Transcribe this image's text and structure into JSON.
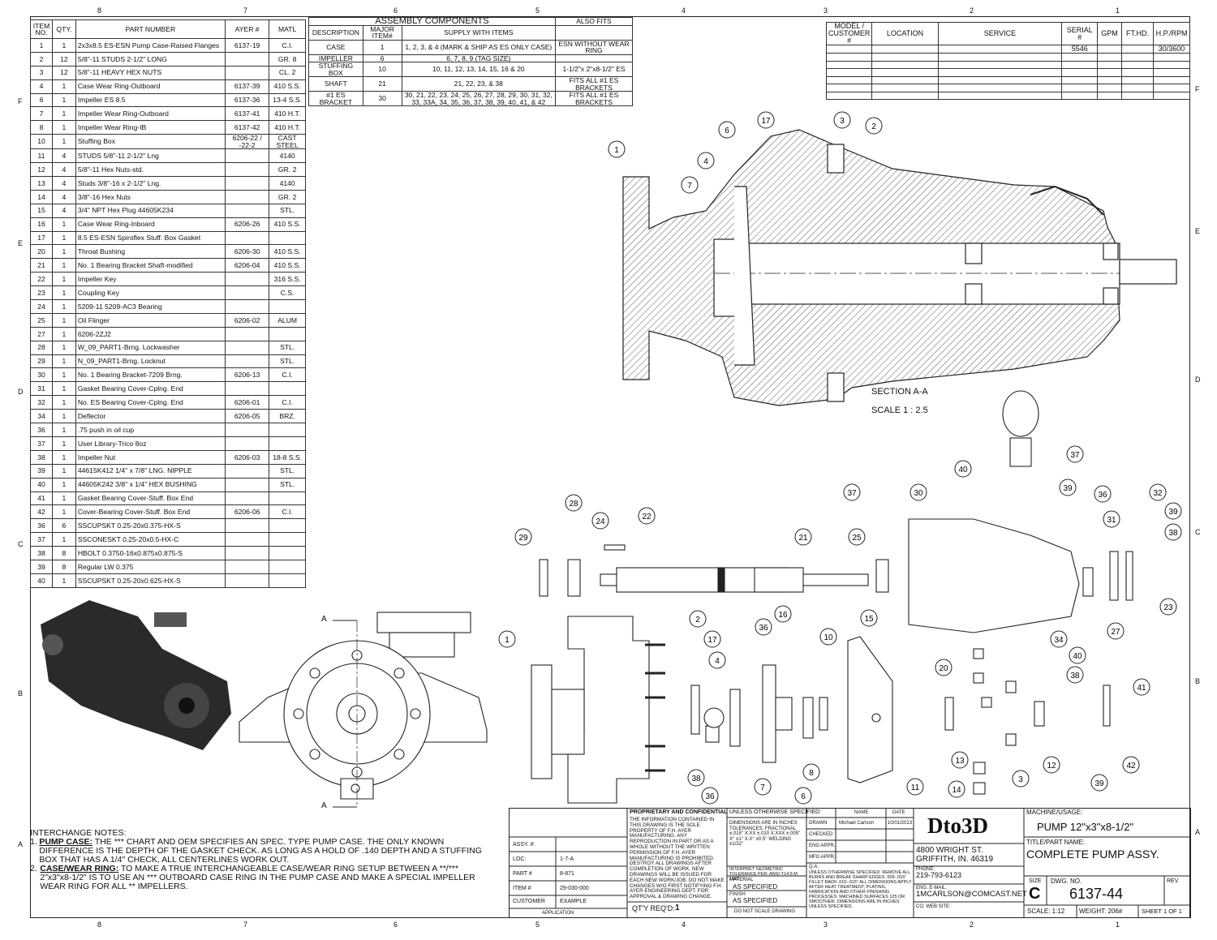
{
  "zones": {
    "top": [
      "8",
      "7",
      "6",
      "5",
      "4",
      "3",
      "2",
      "1"
    ],
    "side": [
      "F",
      "E",
      "D",
      "C",
      "B",
      "A"
    ]
  },
  "bom": {
    "headers": [
      "ITEM NO.",
      "QTY.",
      "PART NUMBER",
      "AYER #",
      "MATL"
    ],
    "rows": [
      [
        "1",
        "1",
        "2x3x8.5 ES-ESN Pump Case-Raised Flanges",
        "6137-19",
        "C.I."
      ],
      [
        "2",
        "12",
        "5/8\"-11 STUDS 2-1/2\" LONG",
        "",
        "GR. 8"
      ],
      [
        "3",
        "12",
        "5/8\"-11 HEAVY HEX NUTS",
        "",
        "CL. 2"
      ],
      [
        "4",
        "1",
        "Case Wear Ring-Outboard",
        "6137-39",
        "410 S.S."
      ],
      [
        "6",
        "1",
        "Impeller ES 8.5",
        "6137-36",
        "13-4 S.S."
      ],
      [
        "7",
        "1",
        "Impeller Wear Ring-Outboard",
        "6137-41",
        "410 H.T."
      ],
      [
        "8",
        "1",
        "Impeller Wear Ring-IB",
        "6137-42",
        "410 H.T."
      ],
      [
        "10",
        "1",
        "Stuffing Box",
        "6206-22 / -22-2",
        "CAST STEEL"
      ],
      [
        "11",
        "4",
        "STUDS 5/8\"-11 2-1/2\" Lng",
        "",
        "4140"
      ],
      [
        "12",
        "4",
        "5/8\"-11 Hex Nuts-std.",
        "",
        "GR. 2"
      ],
      [
        "13",
        "4",
        "Studs 3/8\"-16 x 2-1/2\" Lng.",
        "",
        "4140"
      ],
      [
        "14",
        "4",
        "3/8\"-16 Hex Nuts",
        "",
        "GR. 2"
      ],
      [
        "15",
        "4",
        "3/4\" NPT Hex Plug 44605K234",
        "",
        "STL."
      ],
      [
        "16",
        "1",
        "Case Wear Ring-Inboard",
        "6206-26",
        "410 S.S."
      ],
      [
        "17",
        "1",
        "8.5 ES-ESN Spiroflex Stuff. Box Gasket",
        "",
        ""
      ],
      [
        "20",
        "1",
        "Throat Bushing",
        "6206-30",
        "410 S.S."
      ],
      [
        "21",
        "1",
        "No. 1 Bearing Bracket Shaft-modified",
        "6206-04",
        "410 S.S."
      ],
      [
        "22",
        "1",
        "Impeller Key",
        "",
        "316 S.S."
      ],
      [
        "23",
        "1",
        "Coupling Key",
        "",
        "C.S."
      ],
      [
        "24",
        "1",
        "5209-11 5209-AC3 Bearing",
        "",
        ""
      ],
      [
        "25",
        "1",
        "Oil Flinger",
        "6206-02",
        "ALUM"
      ],
      [
        "27",
        "1",
        "6206-2ZJ2",
        "",
        ""
      ],
      [
        "28",
        "1",
        "W_09_PART1-Brng. Lockwasher",
        "",
        "STL."
      ],
      [
        "29",
        "1",
        "N_09_PART1-Brng. Locknut",
        "",
        "STL."
      ],
      [
        "30",
        "1",
        "No. 1 Bearing Bracket-7209 Brng.",
        "6206-13",
        "C.I."
      ],
      [
        "31",
        "1",
        "Gasket Bearing Cover-Cplng. End",
        "",
        ""
      ],
      [
        "32",
        "1",
        "No. ES Bearing Cover-Cplng. End",
        "6206-01",
        "C.I."
      ],
      [
        "34",
        "1",
        "Deflector",
        "6206-05",
        "BRZ."
      ],
      [
        "36",
        "1",
        ".75 push in oil cup",
        "",
        ""
      ],
      [
        "37",
        "1",
        "User Library-Trico 8oz",
        "",
        ""
      ],
      [
        "38",
        "1",
        "Impeller Nut",
        "6206-03",
        "18-8 S.S."
      ],
      [
        "39",
        "1",
        "44615K412 1/4\" x 7/8\" LNG. NIPPLE",
        "",
        "STL."
      ],
      [
        "40",
        "1",
        "44605K242 3/8\" x 1/4\" HEX BUSHING",
        "",
        "STL."
      ],
      [
        "41",
        "1",
        "Gasket Bearing Cover-Stuff. Box End",
        "",
        ""
      ],
      [
        "42",
        "1",
        "Cover-Bearing Cover-Stuff. Box End",
        "6206-06",
        "C.I."
      ],
      [
        "36",
        "6",
        "SSCUPSKT 0.25-20x0.375-HX-S",
        "",
        ""
      ],
      [
        "37",
        "1",
        "SSCONESKT 0.25-20x0.5-HX-C",
        "",
        ""
      ],
      [
        "38",
        "8",
        "HBOLT 0.3750-16x0.875x0.875-S",
        "",
        ""
      ],
      [
        "39",
        "8",
        "Regular LW 0.375",
        "",
        ""
      ],
      [
        "40",
        "1",
        "SSCUPSKT 0.25-20x0.625-HX-S",
        "",
        ""
      ]
    ]
  },
  "assembly": {
    "title": "ASSEMBLY COMPONENTS",
    "also_fits": "ALSO FITS",
    "headers": [
      "DESCRIPTION",
      "MAJOR ITEM#",
      "SUPPLY WITH ITEMS",
      ""
    ],
    "rows": [
      [
        "CASE",
        "1",
        "1, 2, 3, & 4 (MARK & SHIP AS ES ONLY CASE)",
        "ESN WITHOUT WEAR RING"
      ],
      [
        "IMPELLER",
        "6",
        "6, 7, 8, 9 (TAG SIZE)",
        ""
      ],
      [
        "STUFFING BOX",
        "10",
        "10, 11, 12, 13, 14, 15, 16 & 20",
        "1-1/2\"x 2\"x8-1/2\" ES"
      ],
      [
        "SHAFT",
        "21",
        "21, 22, 23, & 38",
        "FITS ALL #1 ES BRACKETS"
      ],
      [
        "#1 ES BRACKET",
        "30",
        "30, 21, 22, 23, 24, 25, 26, 27, 28, 29, 30, 31, 32, 33, 33A, 34, 35, 36, 37, 38, 39, 40, 41, & 42",
        "FITS ALL #1 ES BRACKETS"
      ]
    ]
  },
  "service": {
    "headers": [
      "MODEL / CUSTOMER #",
      "LOCATION",
      "SERVICE",
      "SERIAL #",
      "GPM",
      "FT.HD.",
      "H.P./RPM"
    ],
    "row1": [
      "",
      "",
      "",
      "5546",
      "",
      "",
      "30/3600"
    ]
  },
  "section": {
    "title": "SECTION A-A",
    "scale": "SCALE 1 : 2.5"
  },
  "balloons": [
    "17",
    "3",
    "2",
    "6",
    "4",
    "7",
    "1",
    "37",
    "40",
    "39",
    "36",
    "32",
    "39",
    "38",
    "37",
    "30",
    "31",
    "28",
    "22",
    "24",
    "29",
    "21",
    "25",
    "23",
    "27",
    "2",
    "17",
    "4",
    "1",
    "16",
    "36",
    "15",
    "10",
    "20",
    "34",
    "40",
    "38",
    "41",
    "42",
    "39",
    "12",
    "13",
    "14",
    "3",
    "11",
    "8",
    "6",
    "7",
    "38",
    "36"
  ],
  "section_label": "A",
  "notes": {
    "title": "INTERCHANGE NOTES:",
    "n1_num": "1.",
    "n1_label": "PUMP CASE:",
    "n1_text": "THE *** CHART AND OEM SPECIFIES AN SPEC. TYPE PUMP CASE. THE ONLY KNOWN DIFFERENCE IS THE DEPTH OF THE GASKET CHECK. AS LONG AS A HOLD OF .140 DEPTH AND A STUFFING BOX THAT HAS A 1/4\" CHECK, ALL CENTERLINES WORK OUT.",
    "n2_num": "2.",
    "n2_label": "CASE/WEAR RING:",
    "n2_text": "TO MAKE A TRUE INTERCHANGEABLE CASE/WEAR RING SETUP BETWEEN A **/*** 2\"x3\"x8-1/2\" IS TO USE AN *** OUTBOARD CASE RING IN THE PUMP CASE AND MAKE A SPECIAL IMPELLER WEAR RING FOR ALL ** IMPELLERS."
  },
  "titleblock": {
    "assy": "ASSY. #:",
    "loc": "LOC:",
    "loc_v": "1-7-A",
    "part": "PART #",
    "part_v": "8-871",
    "item": "ITEM #",
    "item_v": "29-030-000",
    "customer": "CUSTOMER",
    "customer_v": "EXAMPLE",
    "application": "APPLICATION",
    "prop_title": "PROPRIETARY AND CONFIDENTIAL",
    "prop_text": "THE INFORMATION CONTAINED IN THIS DRAWING IS THE SOLE PROPERTY OF F.H. AYER MANUFACTURING. ANY REPRODUCTION IN PART OR AS A WHOLE WITHOUT THE WRITTEN PERMISSION OF F.H. AYER MANUFACTURING IS PROHIBITED. DESTROY ALL DRAWINGS AFTER COMPLETION OF WORK. NEW DRAWINGS WILL BE ISSUED FOR EACH NEW WORK/JOB. DO NOT MAKE CHANGES W/O FIRST NOTIFYING F.H. AYER ENGINEERING DEPT. FOR APPROVAL & DRAWING CHANGE.",
    "qty_label": "QT'Y REQ'D:",
    "qty": "1",
    "unless": "UNLESS OTHERWISE SPECIFIED:",
    "dims": "DIMENSIONS ARE IN INCHES TOLERANCES: FRACTIONAL ±.015\" X.XX ±.010 X.XXX ±.005\" X° ±1° X.X° ±0.5° WELDING ±1/32\"",
    "interp": "INTERPRET GEOMETRIC TOLERANCE PER: ANSI Y14.5 M 1982",
    "material": "MATERIAL",
    "material_v": "AS SPECIFIED",
    "finish": "FINISH",
    "finish_v": "AS SPECIFIED",
    "noscale": "DO NOT SCALE DRAWING",
    "name_h": "NAME",
    "date_h": "DATE",
    "drawn": "DRAWN",
    "drawn_name": "Michael Carlson",
    "drawn_date": "10/01/2013",
    "checked": "CHECKED",
    "eng": "ENG APPR.",
    "mfg": "MFG APPR.",
    "qa": "Q.A.",
    "qa_text": "UNLESS OTHERWISE SPECIFIED: REMOVE ALL BURRS AND BREAK SHARP EDGES .005-.015\" FILLET RADII .010-.015\" ALL DIMENSIONS APPLY AFTER HEAT TREATMENT, PLATING, FABRICATION AND OTHER FINISHING PROCESSES. MACHINED SURFACES 125 OR SMOOTHER. DIMENSIONS ARE IN INCHES UNLESS SPECIFIED.",
    "company": "Dto3D",
    "addr1": "4800 WRIGHT ST.",
    "addr2": "GRIFFITH, IN. 46319",
    "phone_l": "PHONE:",
    "phone": "219-793-6123",
    "email_l": "ENG. E-MAIL:",
    "email": "1MCARLSON@COMCAST.NET",
    "web": "CO. WEB SITE:",
    "machine_l": "MACHINE/USAGE:",
    "machine": "PUMP 12\"x3\"x8-1/2\"",
    "title_l": "TITLE/PART NAME:",
    "title": "COMPLETE PUMP ASSY.",
    "size_l": "SIZE",
    "size": "C",
    "dwg_l": "DWG. NO.",
    "dwg": "6137-44",
    "rev_l": "REV",
    "scale": "SCALE: 1:12",
    "weight": "WEIGHT: 206#",
    "sheet": "SHEET 1 OF 1"
  },
  "colors": {
    "line": "#222222",
    "hatch": "#444444",
    "iso_dark": "#2a2a2a"
  }
}
